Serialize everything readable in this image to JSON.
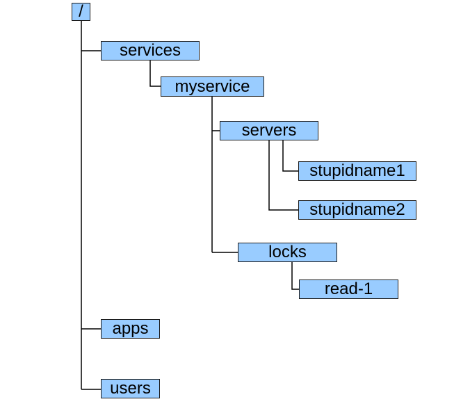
{
  "tree": {
    "root": {
      "label": "/"
    },
    "services": {
      "label": "services"
    },
    "myservice": {
      "label": "myservice"
    },
    "servers": {
      "label": "servers"
    },
    "stupidname1": {
      "label": "stupidname1"
    },
    "stupidname2": {
      "label": "stupidname2"
    },
    "locks": {
      "label": "locks"
    },
    "read1": {
      "label": "read-1"
    },
    "apps": {
      "label": "apps"
    },
    "users": {
      "label": "users"
    }
  },
  "colors": {
    "node_fill": "#99ccff",
    "node_border": "#1a1a1a",
    "connector": "#000000"
  }
}
